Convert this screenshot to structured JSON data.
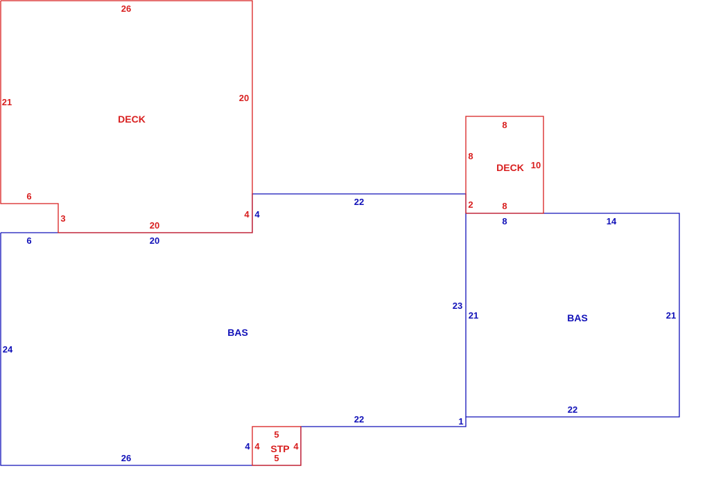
{
  "colors": {
    "bas": "#1010b8",
    "deck": "#d81e1e",
    "background": "#ffffff"
  },
  "areas": {
    "deck_left": {
      "label": "DECK",
      "dims": {
        "top": "26",
        "left": "21",
        "right": "20",
        "notch_top": "6",
        "notch_side": "3",
        "bottom": "20",
        "right_low": "4"
      }
    },
    "deck_right": {
      "label": "DECK",
      "dims": {
        "top": "8",
        "left": "8",
        "right": "10",
        "bottom": "8",
        "left_low": "2"
      }
    },
    "bas_left": {
      "label": "BAS",
      "dims": {
        "top_left": "6",
        "top_mid": "20",
        "step_up": "4",
        "top_right": "22",
        "left": "24",
        "right": "23",
        "bottom_left": "26",
        "bottom_right": "22",
        "step_down": "4",
        "corner": "1"
      }
    },
    "bas_right": {
      "label": "BAS",
      "dims": {
        "top_left": "8",
        "top_right": "14",
        "left": "21",
        "right": "21",
        "bottom": "22"
      }
    },
    "stoop": {
      "label": "STP",
      "dims": {
        "top": "5",
        "left": "4",
        "right": "4",
        "bottom": "5"
      }
    }
  }
}
